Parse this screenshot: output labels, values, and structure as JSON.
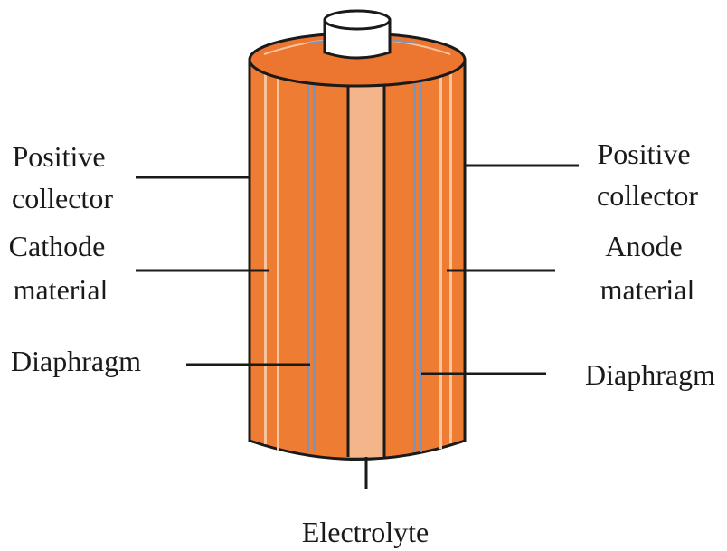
{
  "labels": {
    "left_positive_collector": [
      "Positive",
      "collector"
    ],
    "left_cathode_material": [
      "Cathode",
      "material"
    ],
    "left_diaphragm": "Diaphragm",
    "right_positive_collector": [
      "Positive",
      "collector"
    ],
    "right_anode_material": [
      "Anode",
      "material"
    ],
    "right_diaphragm": "Diaphragm",
    "electrolyte": "Electrolyte"
  },
  "colors": {
    "battery_body": "#ee7c33",
    "battery_top": "#ec7530",
    "electrolyte_core": "#f4b58b",
    "collector_stripe": "#f8c49d",
    "diaphragm_stripe": "#7c94bc",
    "terminal": "#ffffff",
    "outline": "#1a1a1a"
  }
}
